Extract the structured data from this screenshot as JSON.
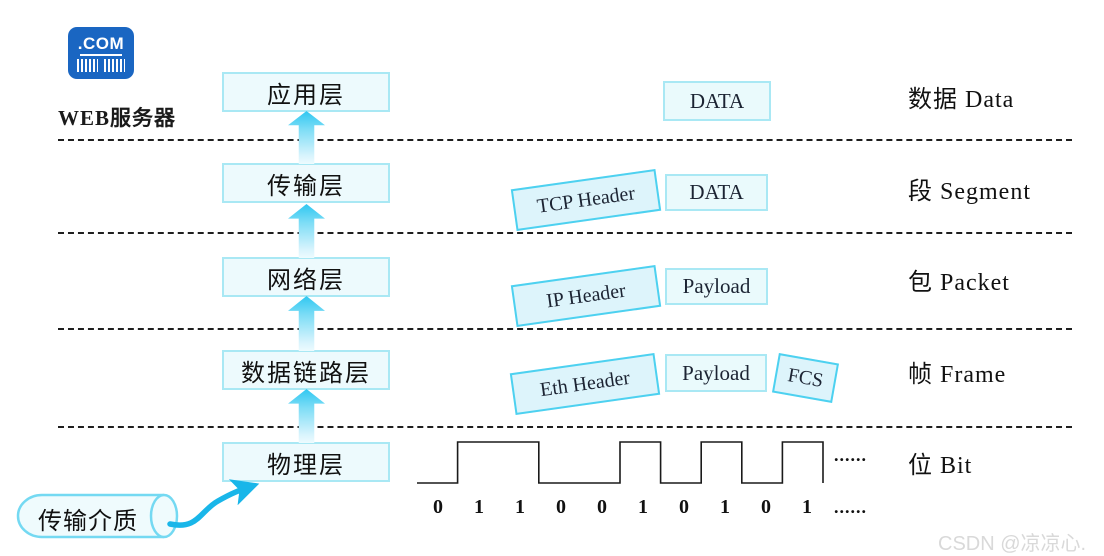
{
  "colors": {
    "accent_cyan": "#2fc7f1",
    "box_border_light": "#a9e8f4",
    "box_border_bright": "#4dd1f0",
    "box_fill_light": "#edfafd",
    "box_fill_tilt": "#ddf4fb",
    "server_icon_blue": "#1a66c2",
    "curve_arrow": "#19b6e9",
    "watermark_gray": "#d9d9d9"
  },
  "server": {
    "icon_text": ".COM",
    "label": "WEB服务器"
  },
  "stack": {
    "layers": [
      "应用层",
      "传输层",
      "网络层",
      "数据链路层",
      "物理层"
    ]
  },
  "encapsulation": {
    "row1": {
      "units": [
        "DATA"
      ],
      "label": "数据 Data"
    },
    "row2": {
      "units": [
        "TCP Header",
        "DATA"
      ],
      "label": "段 Segment"
    },
    "row3": {
      "units": [
        "IP Header",
        "Payload"
      ],
      "label": "包 Packet"
    },
    "row4": {
      "units": [
        "Eth Header",
        "Payload",
        "FCS"
      ],
      "label": "帧 Frame"
    },
    "row5": {
      "label": "位 Bit"
    }
  },
  "waveform": {
    "bits": [
      "0",
      "1",
      "1",
      "0",
      "0",
      "1",
      "0",
      "1",
      "0",
      "1"
    ],
    "ellipsis_wave": "......",
    "ellipsis_bits": "......"
  },
  "medium": {
    "label": "传输介质"
  },
  "watermark": "CSDN @凉凉心."
}
